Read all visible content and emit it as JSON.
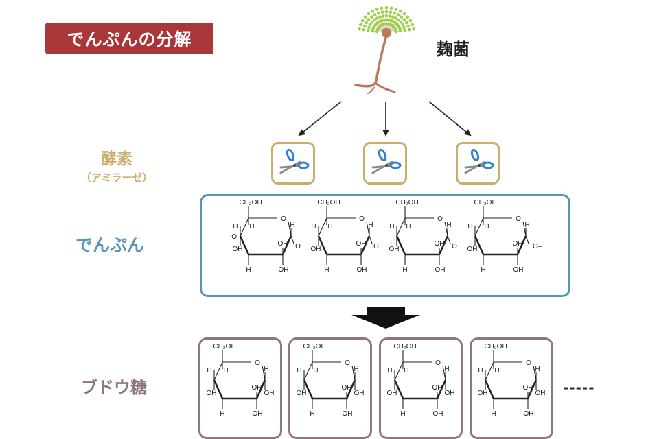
{
  "title": "でんぷんの分解",
  "koji": {
    "label": "麹菌"
  },
  "enzyme": {
    "label": "酵素",
    "sublabel": "（アミラーゼ）"
  },
  "starch": {
    "label": "でんぷん"
  },
  "glucose": {
    "label": "ブドウ糖"
  },
  "ellipsis": "-----",
  "molecule_text": {
    "ch2oh": "CH₂OH",
    "o": "O",
    "h": "H",
    "oh": "OH",
    "bond_o_left": "–O",
    "bond_o_right": "O–"
  },
  "colors": {
    "title_bg": "#a93638",
    "enzyme": "#c9ae6d",
    "starch": "#5a95b6",
    "glucose": "#8d7582",
    "koji_spores": "#9fce4c",
    "koji_stem": "#b77b5d",
    "scissors_blade": "#2d7fd0"
  },
  "icons": {
    "koji": "koji-mold-icon",
    "scissors": "scissors-icon",
    "arrow": "down-arrow-icon"
  }
}
